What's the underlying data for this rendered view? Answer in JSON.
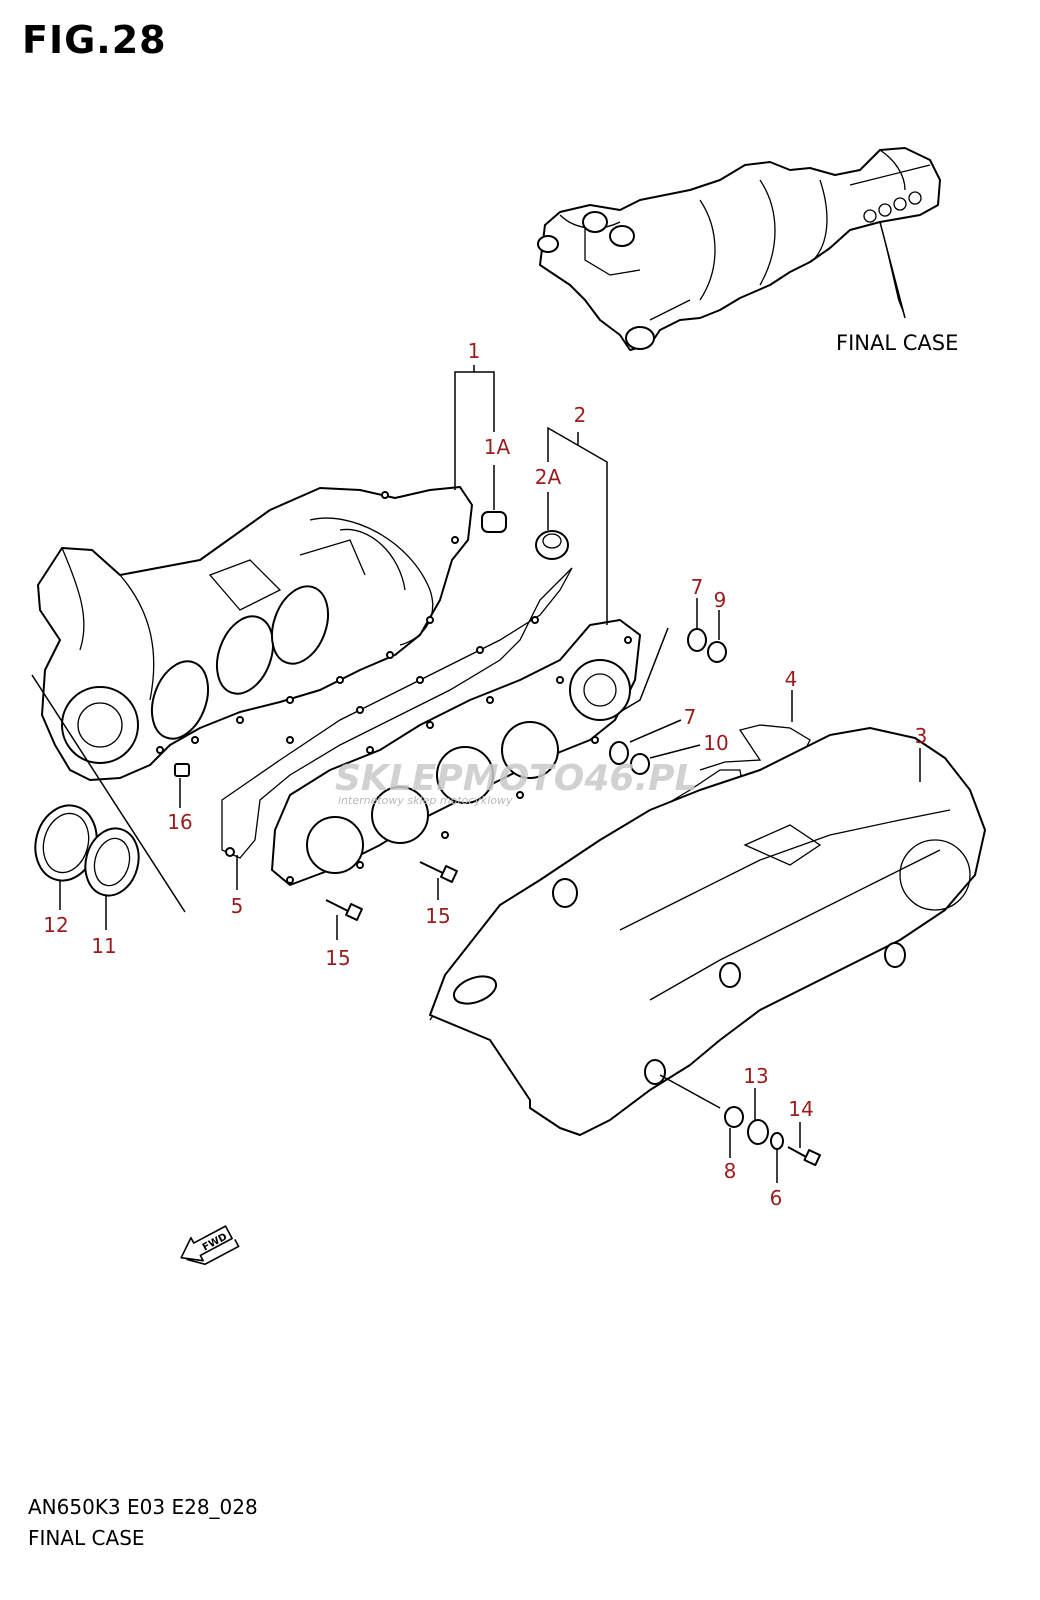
{
  "figure": {
    "title": "FIG.28"
  },
  "assembly": {
    "label": "FINAL CASE"
  },
  "callouts": [
    "1",
    "1A",
    "2",
    "2A",
    "3",
    "4",
    "5",
    "6",
    "7",
    "7",
    "8",
    "9",
    "10",
    "11",
    "12",
    "13",
    "14",
    "15",
    "15",
    "16"
  ],
  "watermark": {
    "brand": "SKLEPMOTO46.PL",
    "tagline": "internetowy sklep motocyklowy"
  },
  "fwd_arrow": {
    "text": "FWD"
  },
  "footer": {
    "code": "AN650K3 E03 E28_028",
    "caption": "FINAL CASE"
  },
  "colors": {
    "callout": "#9b1c1c",
    "line": "#000000",
    "watermark": "#c9c9c9"
  }
}
